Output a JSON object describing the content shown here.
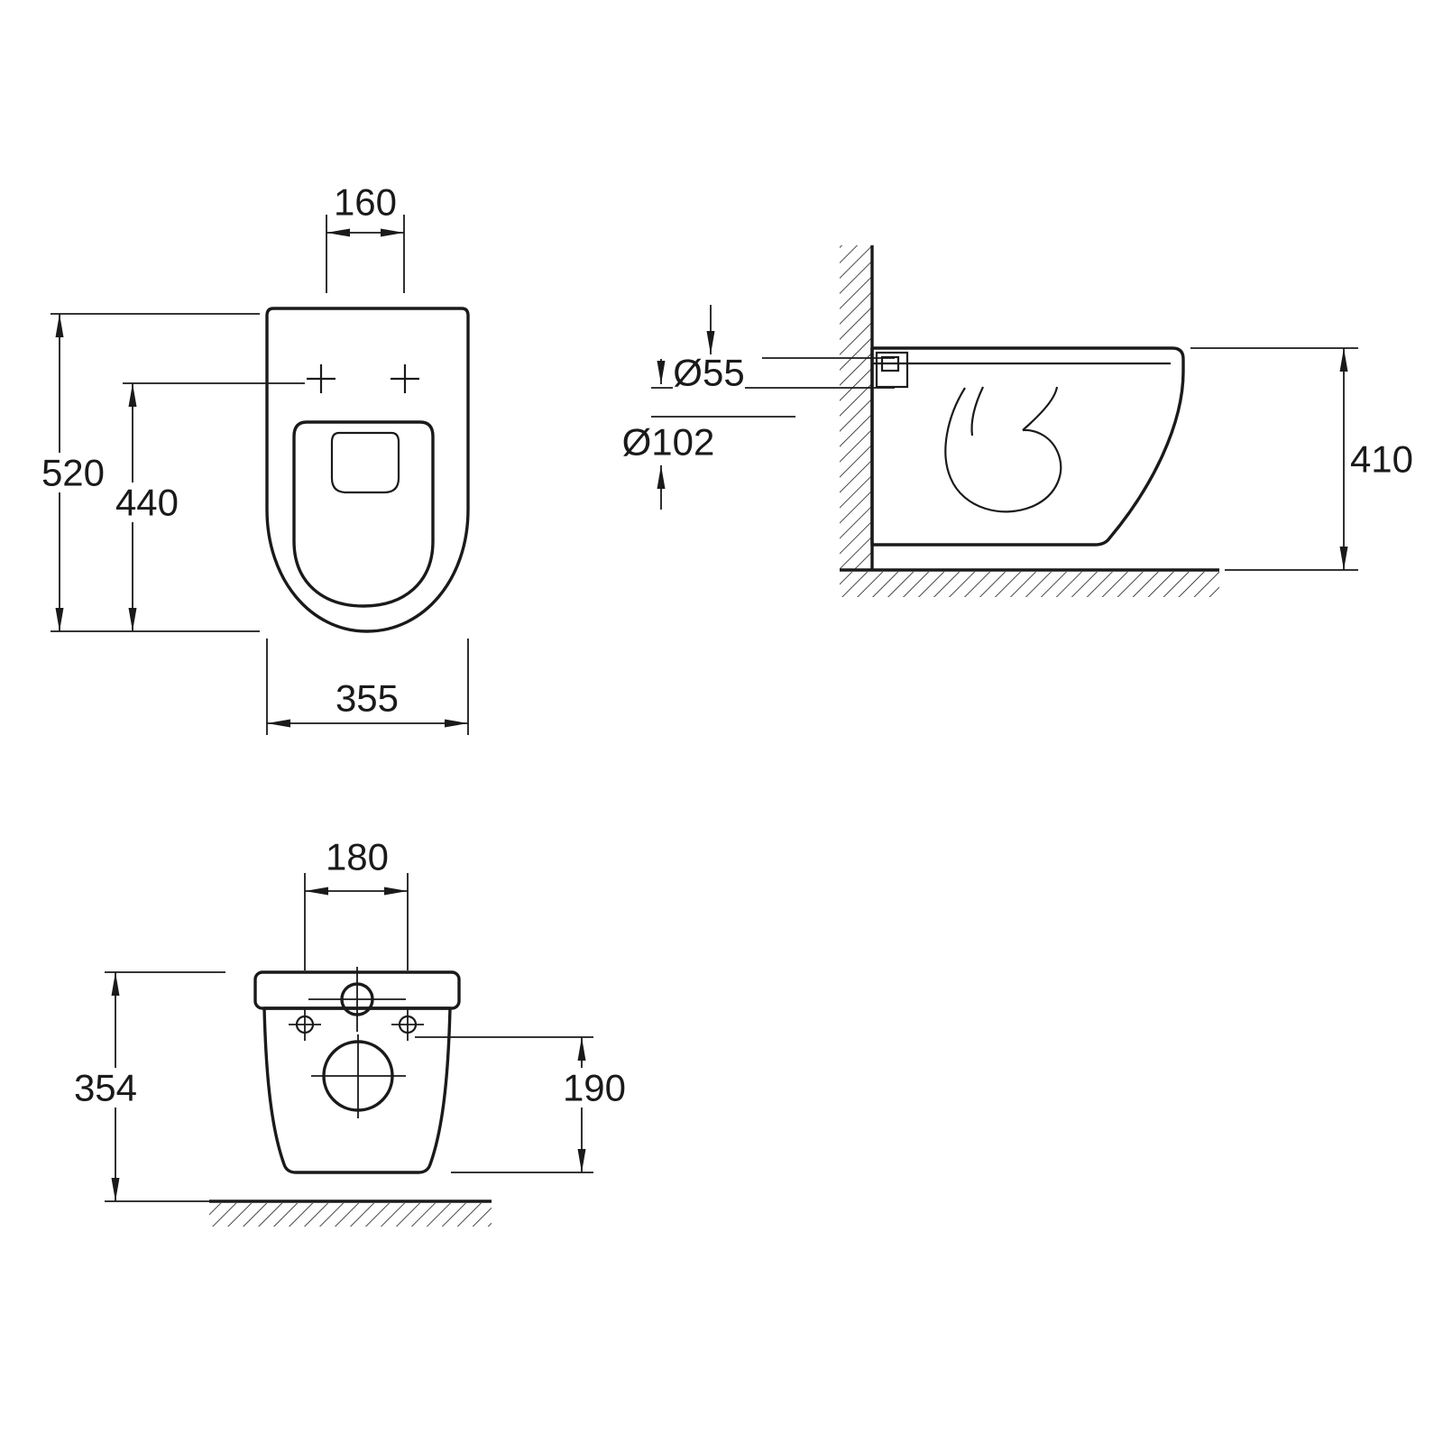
{
  "colors": {
    "line": "#1a1a1a",
    "background": "#ffffff"
  },
  "dimensions": {
    "top_view": {
      "hinge_spacing": "160",
      "overall_depth": "520",
      "fixing_to_front": "440",
      "overall_width": "355"
    },
    "side_view": {
      "inlet_diameter": "Ø55",
      "outlet_diameter": "Ø102",
      "overall_height": "410"
    },
    "rear_view": {
      "fixing_spacing": "180",
      "overall_height": "354",
      "outlet_height": "190"
    }
  }
}
